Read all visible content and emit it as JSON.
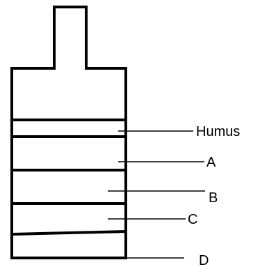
{
  "labels": {
    "humus": "Humus",
    "a": "A",
    "b": "B",
    "c": "C",
    "d": "D"
  },
  "colors": {
    "stroke": "#000000",
    "background": "#ffffff"
  }
}
